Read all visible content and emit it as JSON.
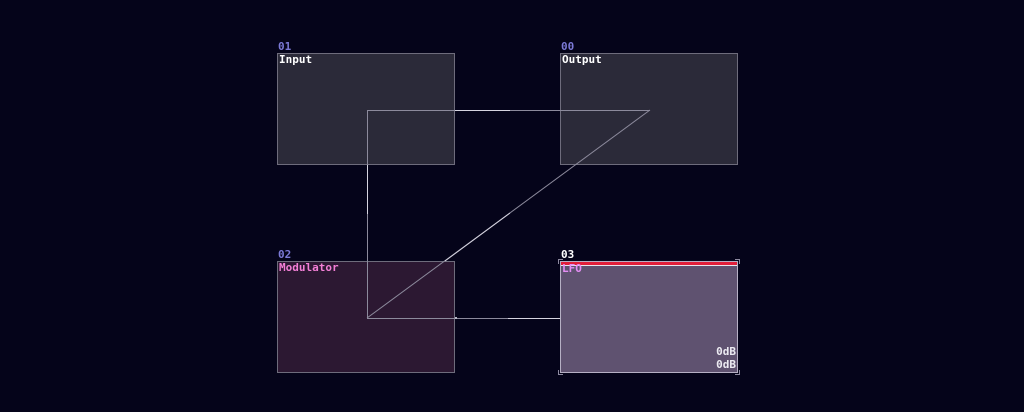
{
  "nodes": [
    {
      "id": "01",
      "name": "Input",
      "id_color": "#7b79d6",
      "name_color": "#ffffff"
    },
    {
      "id": "00",
      "name": "Output",
      "id_color": "#7b79d6",
      "name_color": "#ffffff"
    },
    {
      "id": "02",
      "name": "Modulator",
      "id_color": "#7b79d6",
      "name_color": "#f37fd6"
    },
    {
      "id": "03",
      "name": "LFO",
      "id_color": "#ffffff",
      "name_color": "#e58ef5",
      "levels": [
        "0dB",
        "0dB"
      ],
      "selected": true
    }
  ],
  "connections": [
    {
      "from": "Input",
      "to": "Output"
    },
    {
      "from": "Input",
      "to": "Modulator"
    },
    {
      "from": "Modulator",
      "to": "Output"
    },
    {
      "from": "LFO",
      "to": "Modulator"
    }
  ],
  "colors": {
    "background": "#05041a",
    "wire": "#8c8a9c",
    "lfo_accent": "#e11f3a"
  }
}
